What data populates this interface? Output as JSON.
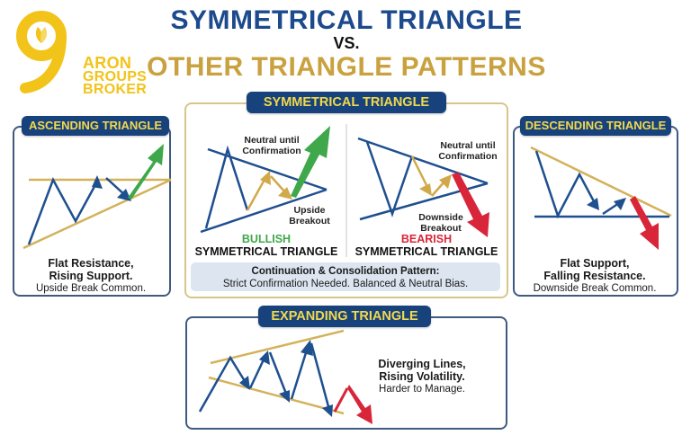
{
  "logo": {
    "digit": "9",
    "lines": [
      "ARON",
      "GROUPS",
      "BROKER"
    ],
    "color": "#f2c318"
  },
  "header": {
    "title": "SYMMETRICAL TRIANGLE",
    "vs": "VS.",
    "subtitle": "OTHER TRIANGLE PATTERNS",
    "title_color": "#1c4a8c",
    "subtitle_color": "#c9a13e"
  },
  "panels": {
    "ascending": {
      "label": "ASCENDING TRIANGLE",
      "caption_line1": "Flat Resistance,",
      "caption_line2": "Rising Support.",
      "caption_line3": "Upside Break Common."
    },
    "symmetrical": {
      "label": "SYMMETRICAL TRIANGLE",
      "bullish": {
        "note_line1": "Neutral until",
        "note_line2": "Confirmation",
        "breakout_line1": "Upside",
        "breakout_line2": "Breakout",
        "bias": "BULLISH",
        "name": "SYMMETRICAL TRIANGLE"
      },
      "bearish": {
        "note_line1": "Neutral until",
        "note_line2": "Confirmation",
        "breakout_line1": "Downside",
        "breakout_line2": "Breakout",
        "bias": "BEARISH",
        "name": "SYMMETRICAL TRIANGLE"
      },
      "info_line1": "Continuation & Consolidation Pattern:",
      "info_line2": "Strict Confirmation Needed. Balanced & Neutral Bias."
    },
    "descending": {
      "label": "DESCENDING TRIANGLE",
      "caption_line1": "Flat Support,",
      "caption_line2": "Falling Resistance.",
      "caption_line3": "Downside Break Common."
    },
    "expanding": {
      "label": "EXPANDING TRIANGLE",
      "caption_line1": "Diverging Lines,",
      "caption_line2": "Rising Volatility.",
      "caption_line3": "Harder to Manage."
    }
  },
  "colors": {
    "navy": "#18427c",
    "price_line": "#1e4f8f",
    "trendline": "#d4b25a",
    "gold_arrow": "#d1a94a",
    "bull_green": "#3ea84a",
    "bear_red": "#d9253a",
    "badge_text": "#f2d94c"
  }
}
